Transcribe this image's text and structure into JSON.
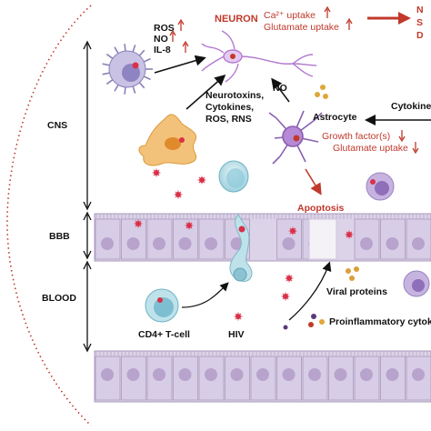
{
  "regions": {
    "cns": "CNS",
    "bbb": "BBB",
    "blood": "BLOOD"
  },
  "microglia_outputs": [
    "ROS",
    "NO",
    "IL-8"
  ],
  "neuron": {
    "title": "NEURON",
    "effects": [
      "Ca²⁺ uptake",
      "Glutamate uptake"
    ]
  },
  "outcome_letters": [
    "N",
    "S",
    "D"
  ],
  "macrophage_outputs": [
    "Neurotoxins,",
    "Cytokines,",
    "ROS, RNS"
  ],
  "no_label": "NO",
  "astrocyte": {
    "label": "Astrocyte",
    "effects": [
      "Growth factor(s)",
      "Glutamate uptake"
    ]
  },
  "cytokines_partial": "Cytokine",
  "apoptosis": "Apoptosis",
  "viral_proteins": "Viral proteins",
  "proinflammatory": "Proinflammatory cytok",
  "cd4": "CD4+ T-cell",
  "hiv": "HIV",
  "colors": {
    "accent_red": "#c0392b",
    "cell_lavender": "#ddd3e8",
    "cell_border": "#a89bbd",
    "nucleus": "#b7a3cc",
    "hiv_red": "#d9304a"
  }
}
